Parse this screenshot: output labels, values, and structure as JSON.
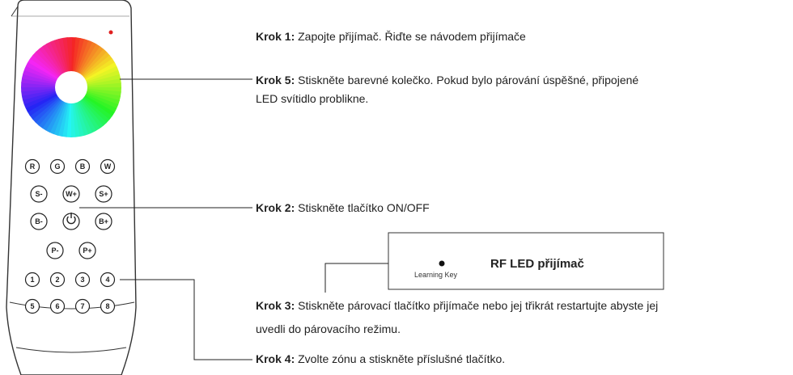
{
  "remote": {
    "color_buttons": [
      "R",
      "G",
      "B",
      "W"
    ],
    "row2_buttons": [
      "S-",
      "W+",
      "S+"
    ],
    "row3_buttons": [
      "B-",
      "",
      "B+"
    ],
    "row4_buttons": [
      "P-",
      "P+"
    ],
    "zone_row1": [
      "1",
      "2",
      "3",
      "4"
    ],
    "zone_row2": [
      "5",
      "6",
      "7",
      "8"
    ],
    "indicator_color": "#e02020",
    "power_icon": "power-icon",
    "color_wheel": "color-wheel"
  },
  "receiver": {
    "title": "RF LED přijímač",
    "learning_key_label": "Learning Key"
  },
  "steps": {
    "step1": {
      "label": "Krok 1:",
      "text": "Zapojte přijímač. Řiďte se návodem přijímače"
    },
    "step5": {
      "label": "Krok 5:",
      "text_line1": "Stiskněte barevné kolečko. Pokud bylo párování úspěšné, připojené",
      "text_line2": "LED svítidlo problikne."
    },
    "step2": {
      "label": "Krok 2:",
      "text": "Stiskněte tlačítko ON/OFF"
    },
    "step3": {
      "label": "Krok 3:",
      "text_line1": "Stiskněte párovací tlačítko přijímače nebo jej třikrát restartujte abyste jej",
      "text_line2": "uvedli do párovacího režimu."
    },
    "step4": {
      "label": "Krok 4:",
      "text": "Zvolte zónu a stiskněte příslušné tlačítko."
    }
  }
}
